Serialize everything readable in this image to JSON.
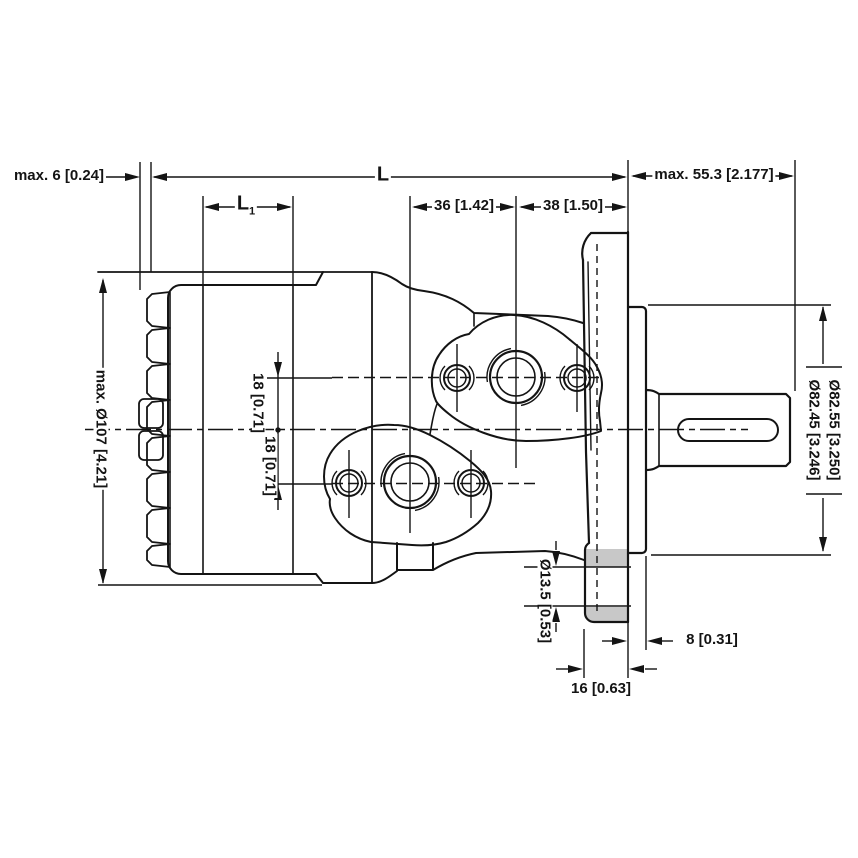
{
  "drawing": {
    "type": "technical-dimension-drawing",
    "subject": "hydraulic orbital motor, side view cross-section",
    "colors": {
      "line": "#141414",
      "background": "#ffffff",
      "section_fill": "#c8c8c8"
    },
    "dimensions": {
      "bolt_protrusion": "max. 6 [0.24]",
      "overall_length_label": "L",
      "rear_length_label": "L",
      "rear_length_sub": "1",
      "port_spacing": "36 [1.42]",
      "port_to_flange": "38 [1.50]",
      "shaft_extension": "max. 55.3 [2.177]",
      "body_diameter": "max. Ø107 [4.21]",
      "upper_port_offset": "18 [0.71]",
      "lower_port_offset": "18 [0.71]",
      "pilot_diameter_max": "Ø82.55 [3.250]",
      "pilot_diameter_min": "Ø82.45 [3.246]",
      "drain_hole_diameter": "Ø13.5 [0.53]",
      "flange_thickness": "8 [0.31]",
      "flange_hub_width": "16 [0.63]"
    }
  }
}
